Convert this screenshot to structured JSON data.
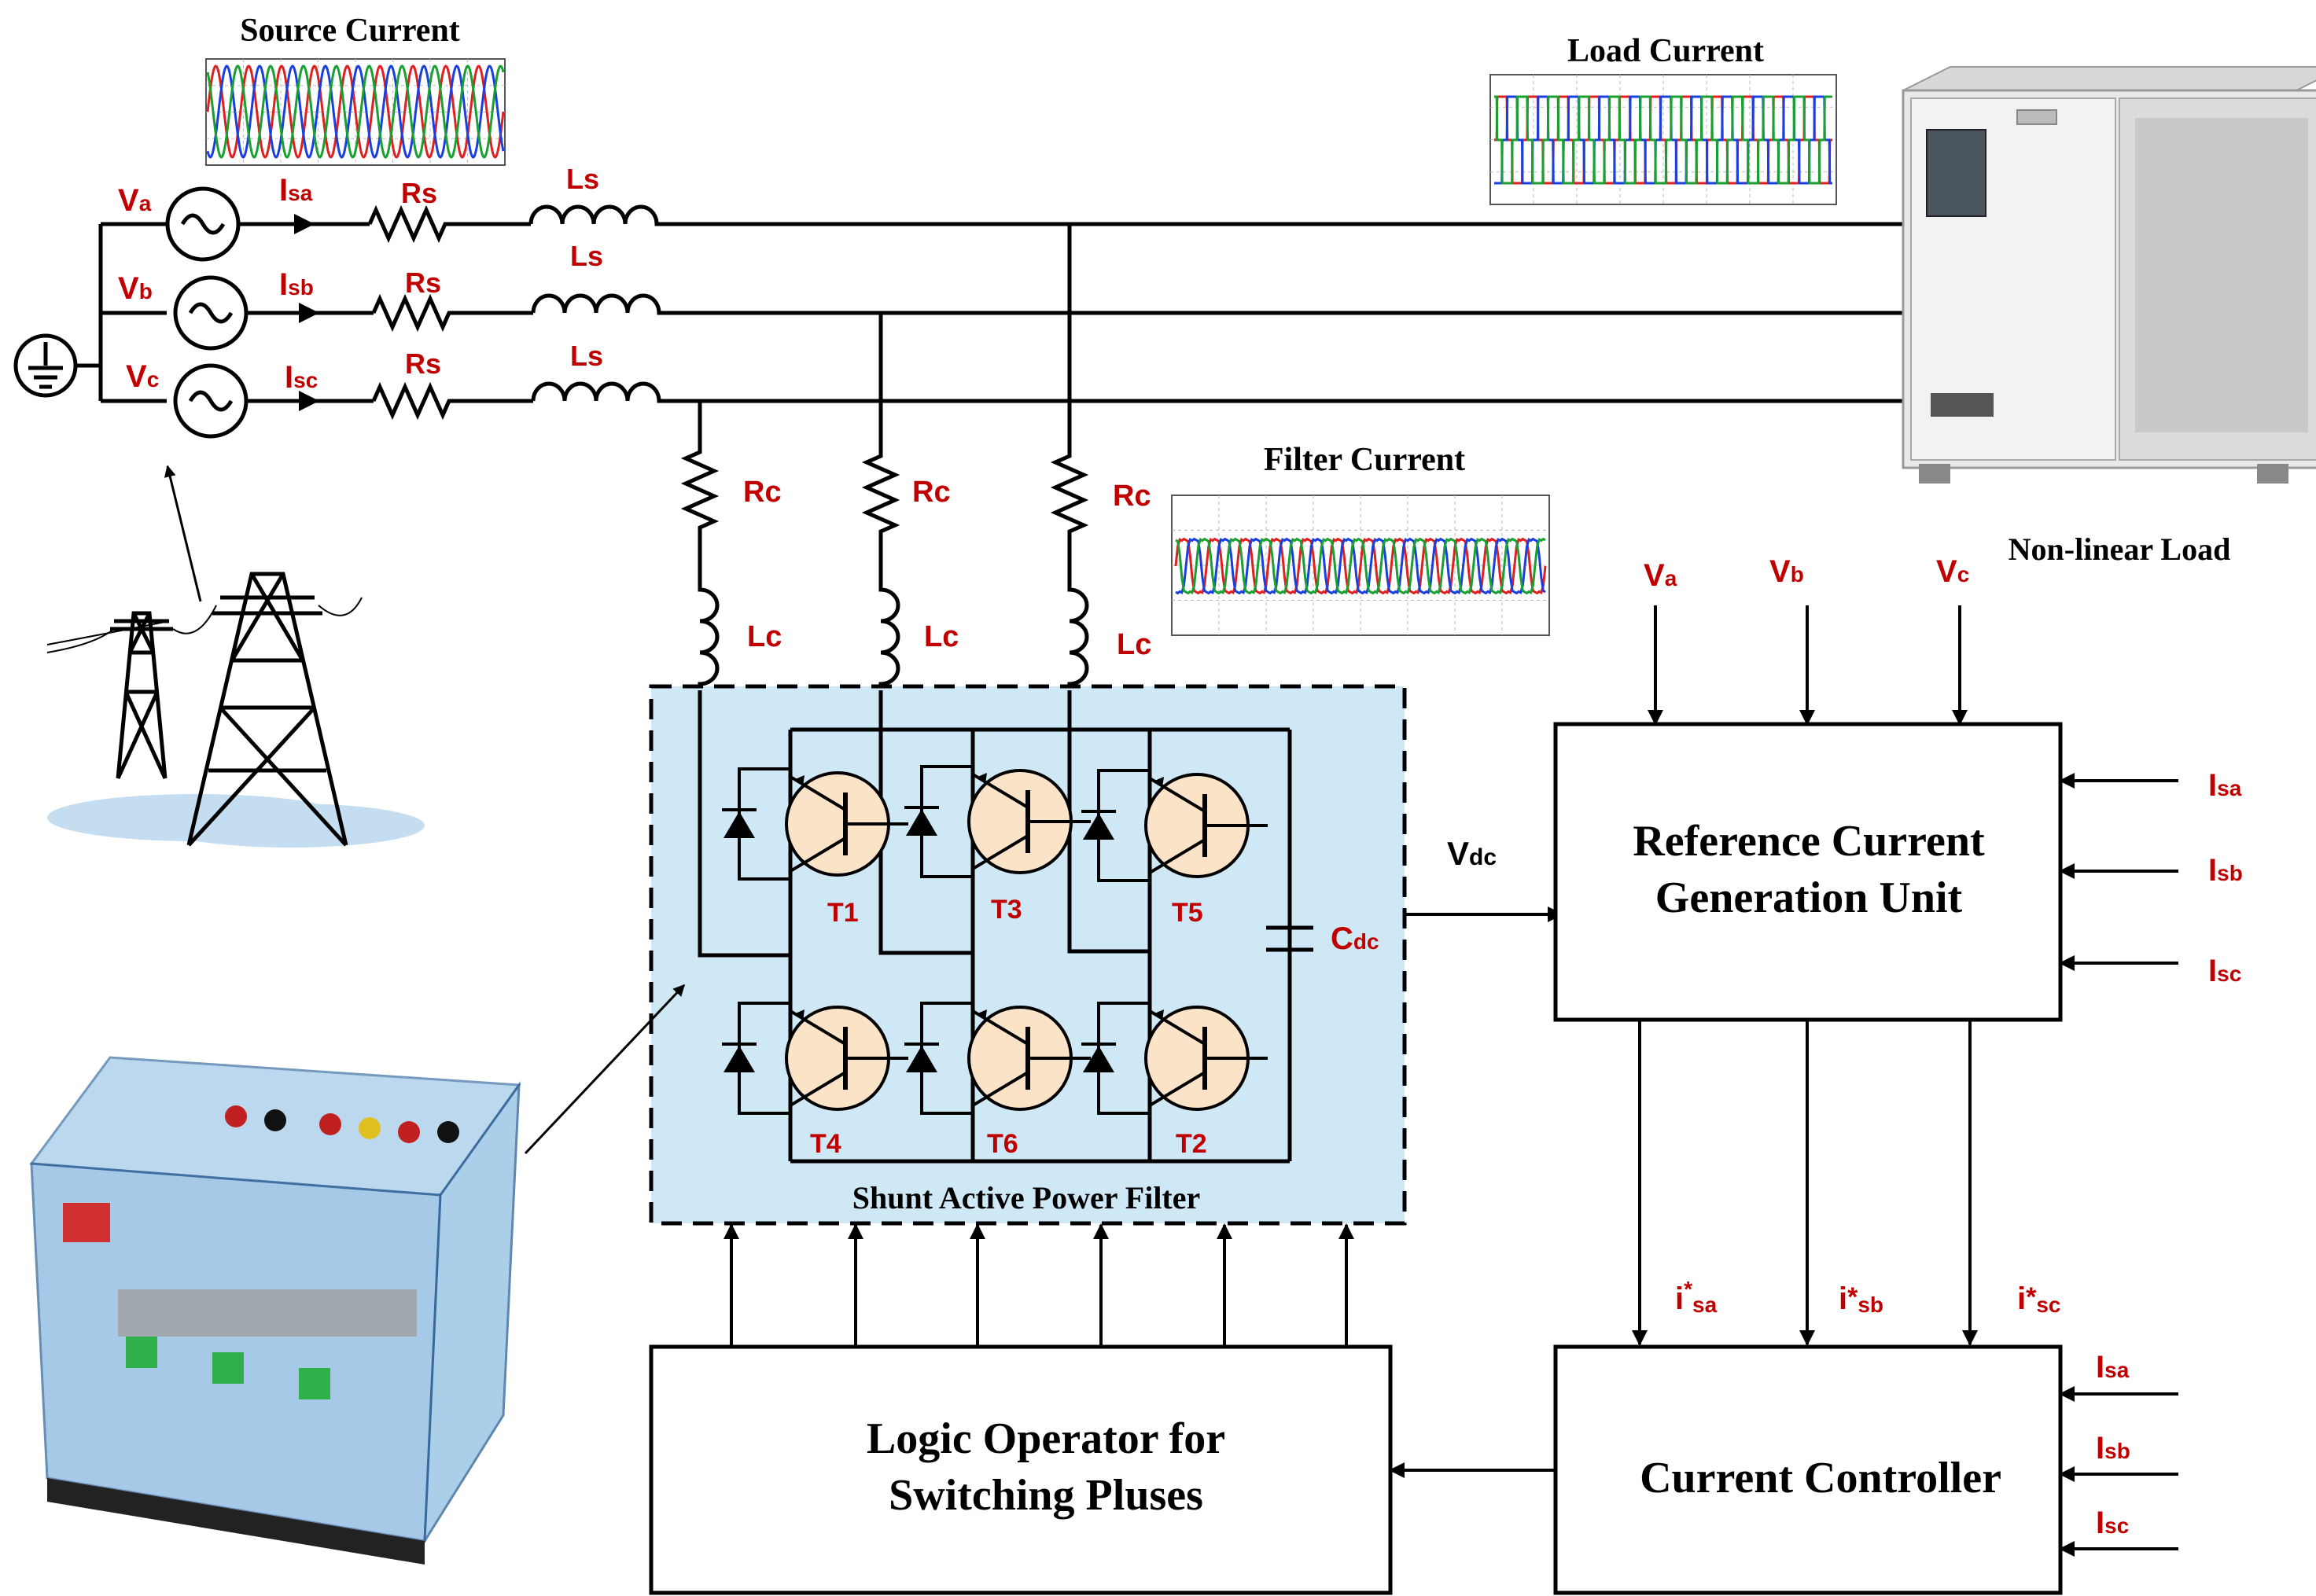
{
  "titles": {
    "source_current": "Source Current",
    "load_current": "Load Current",
    "filter_current": "Filter Current",
    "nonlinear_load": "Non-linear Load",
    "sapf": "Shunt Active Power Filter"
  },
  "source": {
    "phases": [
      {
        "v_main": "V",
        "v_sub": "a",
        "i_main": "I",
        "i_sub": "sa",
        "r": "Rs",
        "l": "Ls"
      },
      {
        "v_main": "V",
        "v_sub": "b",
        "i_main": "I",
        "i_sub": "sb",
        "r": "Rs",
        "l": "Ls"
      },
      {
        "v_main": "V",
        "v_sub": "c",
        "i_main": "I",
        "i_sub": "sc",
        "r": "Rs",
        "l": "Ls"
      }
    ]
  },
  "filter_branch": {
    "r": "Rc",
    "l": "Lc"
  },
  "transistors": [
    "T1",
    "T3",
    "T5",
    "T4",
    "T6",
    "T2"
  ],
  "cdc": {
    "main": "C",
    "sub": "dc"
  },
  "vdc": {
    "main": "V",
    "sub": "dc"
  },
  "ref_unit": {
    "line1": "Reference Current",
    "line2": "Generation Unit",
    "v_inputs": [
      {
        "main": "V",
        "sub": "a"
      },
      {
        "main": "V",
        "sub": "b"
      },
      {
        "main": "V",
        "sub": "c"
      }
    ],
    "i_inputs": [
      {
        "main": "I",
        "sub": "sa"
      },
      {
        "main": "I",
        "sub": "sb"
      },
      {
        "main": "I",
        "sub": "sc"
      }
    ]
  },
  "ref_outputs": [
    {
      "main": "i",
      "sup": "*",
      "sub": "sa"
    },
    {
      "main": "i",
      "sup": "*",
      "sub": "sb"
    },
    {
      "main": "i",
      "sup": "*",
      "sub": "sc"
    }
  ],
  "current_controller": {
    "label": "Current Controller",
    "i_inputs": [
      {
        "main": "I",
        "sub": "sa"
      },
      {
        "main": "I",
        "sub": "sb"
      },
      {
        "main": "I",
        "sub": "sc"
      }
    ]
  },
  "logic_operator": {
    "line1": "Logic Operator for",
    "line2": "Switching Pluses"
  },
  "colors": {
    "red_label": "#c00000",
    "sapf_fill": "#cfe8f5",
    "transistor_fill": "#fbe3c8",
    "phase_a": "#e02020",
    "phase_b": "#1a3fe0",
    "phase_c": "#18a030"
  }
}
